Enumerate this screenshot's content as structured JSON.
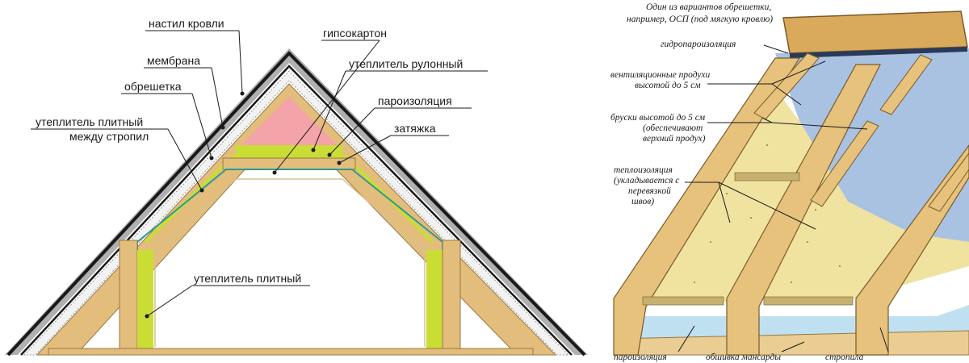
{
  "left_diagram": {
    "labels": {
      "roof_deck": "настил кровли",
      "drywall": "гипсокартон",
      "membrane": "мембрана",
      "roll_insulation": "утеплитель рулонный",
      "battens": "обрешетка",
      "vapor_barrier": "пароизоляция",
      "slab_between_rafters_1": "утеплитель плитный",
      "slab_between_rafters_2": "между стропил",
      "collar_tie": "затяжка",
      "slab_insulation": "утеплитель плитный"
    },
    "colors": {
      "wood": "#e2bd7c",
      "wood_edge": "#9c7740",
      "pink_insulation": "#f4a3a8",
      "green_insulation": "#c9dd35",
      "membrane_teal": "#2e9a8e",
      "roof_black": "#1a1a1a",
      "roof_grey": "#9a9a9a"
    }
  },
  "right_diagram": {
    "labels": {
      "sheathing_1": "Один из вариантов обрешетки,",
      "sheathing_2": "например, ОСП (под мягкую кровлю)",
      "waterproofing": "гидропароизоляция",
      "vent_1": "вентиляционные продухи",
      "vent_2": "высотой до 5 см",
      "bars_1": "бруски высотой до 5 см",
      "bars_2": "(обеспечивают",
      "bars_3": "верхний продух)",
      "thermal_1": "теплоизоляция",
      "thermal_2": "(укладывается с",
      "thermal_3": "перевязкой",
      "thermal_4": "швов)",
      "vapor_barrier": "пароизоляция",
      "attic_lining": "обшивка мансарды",
      "rafters": "стропила"
    },
    "colors": {
      "osb": "#d9a95c",
      "membrane_blue": "#a9c2e2",
      "insulation_yellow": "#f0e3a0",
      "wood": "#e6c27c",
      "vapor_blue": "#bfe0f0"
    }
  }
}
